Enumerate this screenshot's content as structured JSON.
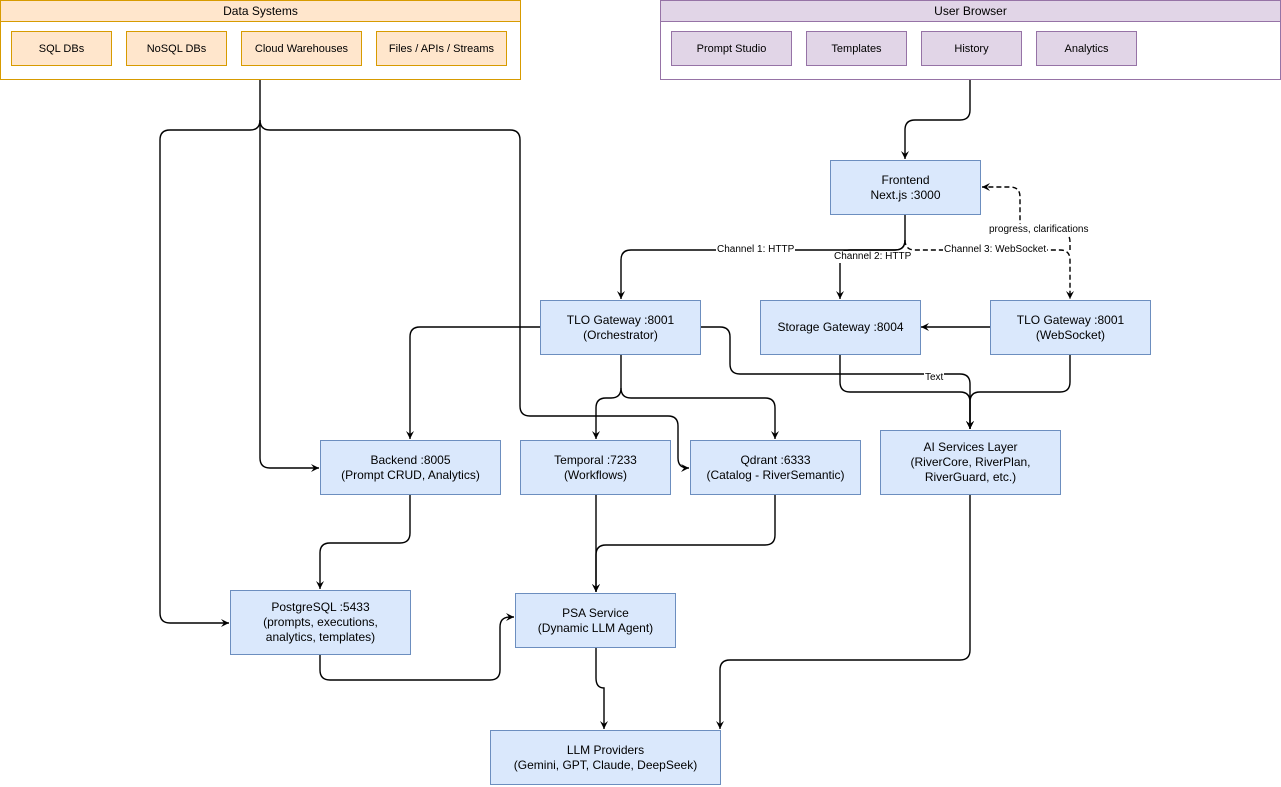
{
  "groups": {
    "data_systems": {
      "title": "Data Systems",
      "items": [
        "SQL DBs",
        "NoSQL DBs",
        "Cloud Warehouses",
        "Files / APIs / Streams"
      ]
    },
    "user_browser": {
      "title": "User Browser",
      "items": [
        "Prompt Studio",
        "Templates",
        "History",
        "Analytics"
      ]
    }
  },
  "nodes": {
    "frontend": [
      "Frontend",
      "Next.js :3000"
    ],
    "tlo_orch": [
      "TLO Gateway :8001",
      "(Orchestrator)"
    ],
    "storage": [
      "Storage Gateway :8004"
    ],
    "tlo_ws": [
      "TLO Gateway :8001",
      "(WebSocket)"
    ],
    "backend": [
      "Backend :8005",
      "(Prompt CRUD, Analytics)"
    ],
    "temporal": [
      "Temporal :7233",
      "(Workflows)"
    ],
    "qdrant": [
      "Qdrant :6333",
      "(Catalog - RiverSemantic)"
    ],
    "ai": [
      "AI Services Layer",
      "(RiverCore, RiverPlan,",
      "RiverGuard, etc.)"
    ],
    "postgres": [
      "PostgreSQL :5433",
      "(prompts, executions,",
      "analytics, templates)"
    ],
    "psa": [
      "PSA Service",
      "(Dynamic LLM Agent)"
    ],
    "llm": [
      "LLM Providers",
      "(Gemini, GPT, Claude, DeepSeek)"
    ]
  },
  "edge_labels": {
    "ch1": "Channel 1: HTTP",
    "ch2": "Channel 2: HTTP",
    "ch3": "Channel 3: WebSocket",
    "progress": "progress, clarifications",
    "text": "Text"
  }
}
